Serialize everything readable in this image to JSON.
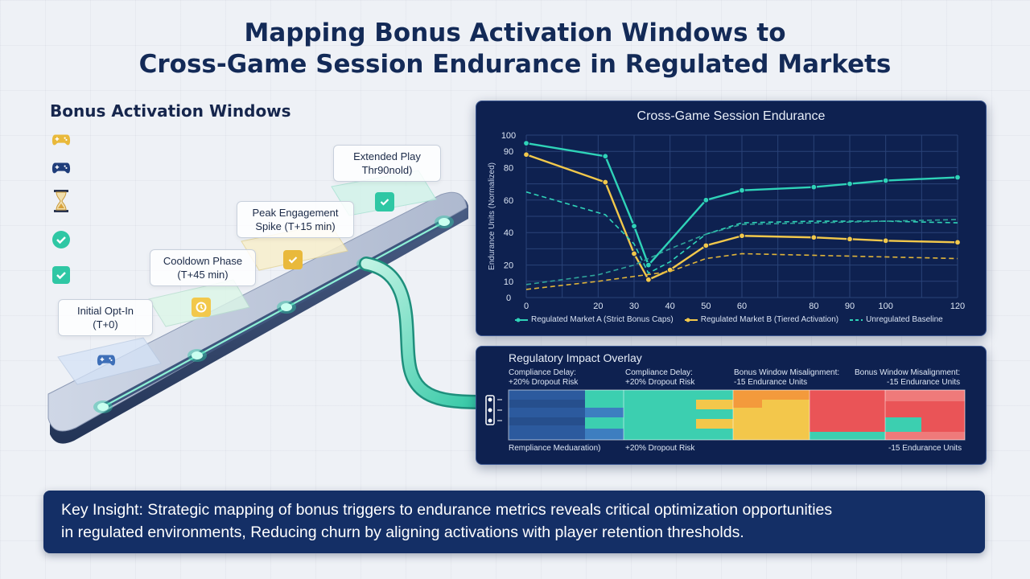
{
  "title": {
    "line1": "Mapping Bonus Activation Windows to",
    "line2": "Cross-Game Session Endurance in Regulated Markets"
  },
  "timeline": {
    "heading": "Bonus Activation Windows",
    "legend_icons": [
      "gamepad-icon",
      "controller-icon",
      "hourglass-icon",
      "check-circle-icon",
      "check-square-icon"
    ],
    "stages": [
      {
        "line1": "Initial Opt-In",
        "line2": "(T+0)",
        "icon": "controller-icon"
      },
      {
        "line1": "Cooldown Phase",
        "line2": "(T+45 min)",
        "icon": "cooldown-icon"
      },
      {
        "line1": "Peak Engagement",
        "line2": "Spike (T+15 min)",
        "icon": "check-square-icon"
      },
      {
        "line1": "Extended Play",
        "line2": "Thr90nold)",
        "icon": "check-square-icon"
      }
    ]
  },
  "chart_data": {
    "type": "line",
    "title": "Cross-Game Session Endurance",
    "ylabel": "Endurance Units (Normalized)",
    "xlabel": "",
    "x": [
      0,
      10,
      20,
      30,
      40,
      50,
      60,
      70,
      80,
      90,
      100,
      110,
      120
    ],
    "xticks": [
      0,
      20,
      30,
      40,
      50,
      60,
      80,
      90,
      100,
      120
    ],
    "ylim": [
      0,
      100
    ],
    "yticks": [
      0,
      10,
      20,
      40,
      60,
      80,
      90,
      100
    ],
    "grid": true,
    "legend_position": "bottom",
    "series": [
      {
        "name": "Regulated Market A (Strict Bonus Caps)",
        "style": "solid",
        "color": "#2fd3b8",
        "points": [
          [
            0,
            95
          ],
          [
            22,
            87
          ],
          [
            30,
            44
          ],
          [
            34,
            20
          ],
          [
            50,
            60
          ],
          [
            60,
            66
          ],
          [
            80,
            68
          ],
          [
            90,
            70
          ],
          [
            100,
            72
          ],
          [
            120,
            74
          ]
        ]
      },
      {
        "name": "Regulated Market B (Tiered Activation)",
        "style": "solid",
        "color": "#f2c84b",
        "points": [
          [
            0,
            88
          ],
          [
            22,
            71
          ],
          [
            30,
            27
          ],
          [
            34,
            11
          ],
          [
            40,
            17
          ],
          [
            50,
            32
          ],
          [
            60,
            38
          ],
          [
            80,
            37
          ],
          [
            90,
            36
          ],
          [
            100,
            35
          ],
          [
            120,
            34
          ]
        ]
      },
      {
        "name": "Unregulated Baseline",
        "style": "dashed",
        "color": "#2fd3b8",
        "points": [
          [
            0,
            65
          ],
          [
            22,
            51
          ],
          [
            30,
            33
          ],
          [
            34,
            15
          ],
          [
            40,
            22
          ],
          [
            50,
            39
          ],
          [
            60,
            46
          ],
          [
            80,
            47
          ],
          [
            90,
            47
          ],
          [
            100,
            47
          ],
          [
            120,
            46
          ]
        ]
      },
      {
        "name": "",
        "style": "dashed",
        "color": "#2fa39a",
        "points": [
          [
            0,
            8
          ],
          [
            20,
            14
          ],
          [
            30,
            20
          ],
          [
            40,
            30
          ],
          [
            50,
            39
          ],
          [
            60,
            45
          ],
          [
            120,
            48
          ]
        ]
      },
      {
        "name": "",
        "style": "dashed",
        "color": "#e0b43a",
        "points": [
          [
            0,
            5
          ],
          [
            20,
            10
          ],
          [
            30,
            13
          ],
          [
            40,
            16
          ],
          [
            50,
            24
          ],
          [
            60,
            27
          ],
          [
            80,
            26
          ],
          [
            120,
            24
          ]
        ]
      }
    ]
  },
  "overlay": {
    "title": "Regulatory Impact Overlay",
    "top_labels": [
      {
        "line1": "Compliance Delay:",
        "line2": "+20% Dropout Risk"
      },
      {
        "line1": "Compliance Delay:",
        "line2": "+20% Dropout Risk"
      },
      {
        "line1": "Bonus Window Misalignment:",
        "line2": "-15 Endurance Units"
      },
      {
        "line1": "Bonus Window Misalignment:",
        "line2": "-15 Endurance Units"
      }
    ],
    "bottom_labels": [
      "Rempliance Meduaration)",
      "+20% Dropout Risk",
      "-15 Endurance Units"
    ],
    "colors": {
      "blue": "#2c5a9e",
      "teal": "#3ccfb0",
      "yellow": "#f3c74b",
      "orange": "#f39a3c",
      "red": "#ea5457",
      "pink": "#ef7a7a"
    }
  },
  "insight": {
    "line1": "Key Insight: Strategic mapping of bonus triggers to endurance metrics reveals critical optimization opportunities",
    "line2": "in regulated environments, Reducing churn by aligning activations with player retention thresholds."
  }
}
